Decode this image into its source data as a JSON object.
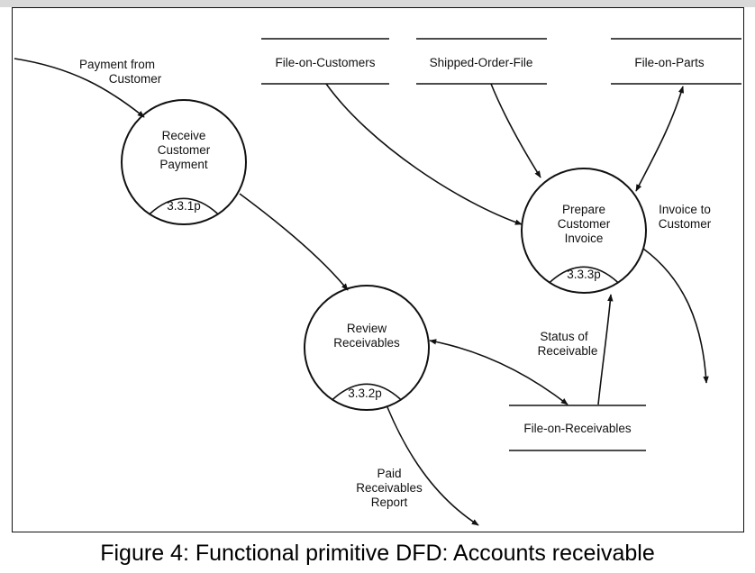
{
  "processes": [
    {
      "id": "receive",
      "lines": [
        "Receive",
        "Customer",
        "Payment"
      ],
      "number": "3.3.1p"
    },
    {
      "id": "prepare",
      "lines": [
        "Prepare",
        "Customer",
        "Invoice"
      ],
      "number": "3.3.3p"
    },
    {
      "id": "review",
      "lines": [
        "Review",
        "Receivables"
      ],
      "number": "3.3.2p"
    }
  ],
  "stores": [
    {
      "id": "customers",
      "label": "File-on-Customers"
    },
    {
      "id": "shipped",
      "label": "Shipped-Order-File"
    },
    {
      "id": "parts",
      "label": "File-on-Parts"
    },
    {
      "id": "receivables",
      "label": "File-on-Receivables"
    }
  ],
  "flows": [
    {
      "id": "payment",
      "lines": [
        "Payment from",
        "Customer"
      ]
    },
    {
      "id": "invoice",
      "lines": [
        "Invoice to",
        "Customer"
      ]
    },
    {
      "id": "status",
      "lines": [
        "Status of",
        "Receivable"
      ]
    },
    {
      "id": "report",
      "lines": [
        "Paid",
        "Receivables",
        "Report"
      ]
    }
  ],
  "caption": "Figure 4: Functional primitive DFD: Accounts receivable"
}
